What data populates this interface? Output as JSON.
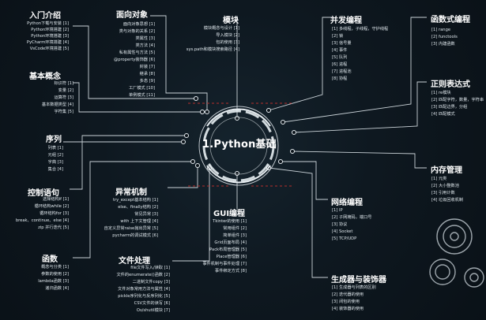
{
  "center_title": "1.Python基础",
  "intro": {
    "title": "入门介绍",
    "items": [
      "Python下载与安装 [1]",
      "Python环境搭建 [2]",
      "Python环境搭建 [3]",
      "PyCharm环境搭建 [4]",
      "VsCode环境搭建 [5]"
    ]
  },
  "basics": {
    "title": "基本概念",
    "items": [
      "标识符 [1]",
      "变量 [2]",
      "运算符 [3]",
      "基本数据类型 [4]",
      "字符集 [5]"
    ]
  },
  "sequence": {
    "title": "序列",
    "items": [
      "列表 [1]",
      "元组 [2]",
      "字典 [3]",
      "集合 [4]"
    ]
  },
  "control": {
    "title": "控制语句",
    "items": [
      "选择结构if [1]",
      "循环结构while [2]",
      "循环结构for [3]",
      "break、continue、else [4]",
      "zip 并行迭代 [5]"
    ]
  },
  "functions": {
    "title": "函数",
    "items": [
      "概念与分类 [1]",
      "参数的使用 [2]",
      "lambda函数 [3]",
      "递归函数 [4]"
    ]
  },
  "oop": {
    "title": "面向对象",
    "items": [
      "面向对象思想 [1]",
      "类与对象的关系 [2]",
      "类属性 [3]",
      "类方法 [4]",
      "私有属性与方法 [5]",
      "@property装饰器 [6]",
      "封装 [7]",
      "继承 [8]",
      "多态 [9]",
      "工厂模式 [10]",
      "单例模式 [11]"
    ]
  },
  "exceptions": {
    "title": "异常机制",
    "items": [
      "try_except基本结构 [1]",
      "else、finally结构 [2]",
      "常见异常 [3]",
      "with 上下文管理 [4]",
      "自定义异常raise抛出异常 [5]",
      "pycharm的调试模式 [6]"
    ]
  },
  "files": {
    "title": "文件处理",
    "items": [
      "file文件写入/读取 [1]",
      "文件的enumerate()函数 [2]",
      "二进制文件copy [3]",
      "文件对象常用方法与属性 [4]",
      "pickle序列化与反序列化 [5]",
      "CSV文件的读写 [6]",
      "Os/shutil模块 [7]"
    ]
  },
  "modules": {
    "title": "模块",
    "items": [
      "模块概念与设计 [1]",
      "导入模块 [2]",
      "包的使用 [3]",
      "sys.path和模块搜索路径 [4]"
    ]
  },
  "gui": {
    "title": "GUI编程",
    "items": [
      "Tkinter的使用 [1]",
      "常用组件 [2]",
      "简单组件 [3]",
      "Grid页面布局 [4]",
      "Pack布局管理器 [5]",
      "Place管理器 [6]",
      "事件机制与事件处理 [7]",
      "事件绑定方式 [8]"
    ]
  },
  "concurrency": {
    "title": "并发编程",
    "items": [
      "[1] 多线程，子线程，守护线程",
      "[2] 锁",
      "[3] 信号量",
      "[4] 事件",
      "[5] 队列",
      "[6] 进程",
      "[7] 进程池",
      "[8] 协程"
    ]
  },
  "functional": {
    "title": "函数式编程",
    "items": [
      "[1] range",
      "[2] functools",
      "[3] 内建函数"
    ]
  },
  "regex": {
    "title": "正则表达式",
    "items": [
      "[1] re模块",
      "[2] 匹配字符，数量，字符串",
      "[3] 匹配边界，分组",
      "[4] 匹配模式"
    ]
  },
  "memory": {
    "title": "内存管理",
    "items": [
      "[1] 元类",
      "[2] 大小整数池",
      "[3] 引用计数",
      "[4] 垃圾回收机制"
    ]
  },
  "network": {
    "title": "网络编程",
    "items": [
      "[1] IP",
      "[2] 子网掩码，端口号",
      "[3] 协议",
      "[4] Socket",
      "[5] TCP/UDP"
    ]
  },
  "generators": {
    "title": "生成器与装饰器",
    "items": [
      "[1] 生成器与列表的区别",
      "[2] 迭代器的使用",
      "[3] 闭包的使用",
      "[4] 装饰器的使用"
    ]
  }
}
